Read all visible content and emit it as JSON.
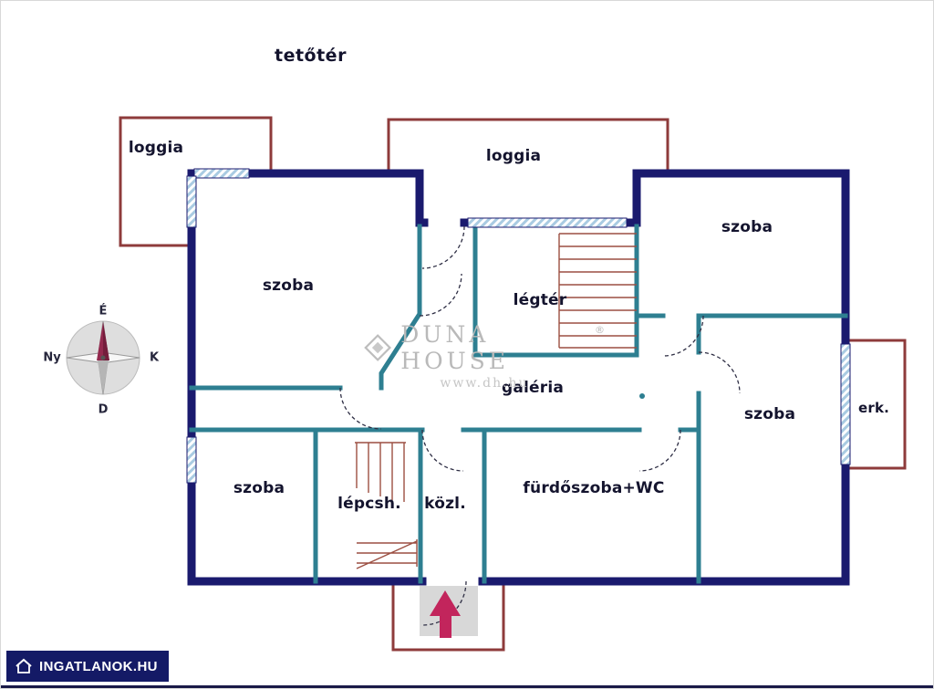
{
  "title": "tetőtér",
  "colors": {
    "outer_wall": "#1a1a6e",
    "inner_wall": "#2e7f91",
    "balcony": "#8e3b3b",
    "stairs": "#9c4f42",
    "window": "#a9cbe2",
    "arrow": "#c2255c",
    "label": "#14142e",
    "watermark": "#b9b9b9",
    "logo_bg": "#141a66"
  },
  "rooms": [
    {
      "id": "szoba-top-left",
      "label": "szoba"
    },
    {
      "id": "loggia-left",
      "label": "loggia"
    },
    {
      "id": "loggia-middle",
      "label": "loggia"
    },
    {
      "id": "szoba-top-right",
      "label": "szoba"
    },
    {
      "id": "legter",
      "label": "légtér"
    },
    {
      "id": "galeria",
      "label": "galéria"
    },
    {
      "id": "szoba-right",
      "label": "szoba"
    },
    {
      "id": "erkely",
      "label": "erk."
    },
    {
      "id": "szoba-bottom-left",
      "label": "szoba"
    },
    {
      "id": "lepcsohaz",
      "label": "lépcsh."
    },
    {
      "id": "kozlekedo",
      "label": "közl."
    },
    {
      "id": "furdoszoba",
      "label": "fürdőszoba+WC"
    }
  ],
  "compass": {
    "north": "É",
    "east": "K",
    "south": "D",
    "west": "Ny"
  },
  "watermark": {
    "brand": "DUNA HOUSE",
    "registered": "®",
    "url": "www.dh.hu"
  },
  "footer_logo": {
    "text": "INGATLANOK.HU"
  }
}
